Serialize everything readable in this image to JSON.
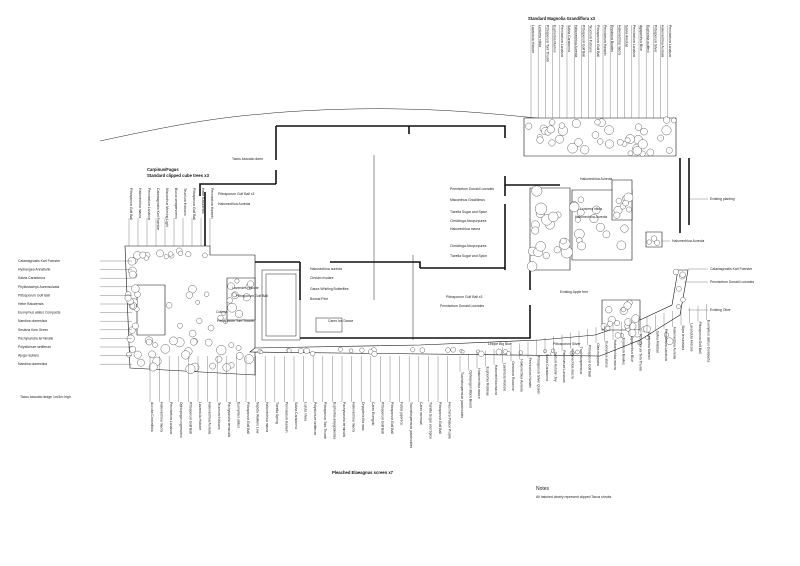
{
  "headers": {
    "top": "Standard Magnolia Grandiflora x3",
    "left_title": "Carpinus/Fagus",
    "left_sub": "Standard clipped cube trees x3",
    "bottom": "Pleached Elaeagnus screen x7"
  },
  "notes": {
    "title": "Notes",
    "text": "All hatched clearly represent clipped Taxus shrubs"
  },
  "labels": {
    "top_right": [
      "Lavandula Hidcote",
      "Lonicera nitida",
      "Pittosporum Tom Thumb",
      "Euphorbia Martinii",
      "Pennisetum Lanatum",
      "Salvia Caradonna",
      "Hakonechloa Aureola",
      "Pittosporum Golf Ball",
      "Teucrium fruticans",
      "Pittosporum Golf Ball",
      "Pennisetum Hameln",
      "Erysimum Bowles",
      "Hakonechloa macra",
      "Salvia Amistad",
      "Pennisetum Lanatum",
      "Agapanthus Blue",
      "Euphorbia wulfenii",
      "Pittosporum Silver",
      "Hakonechloa Aureola",
      "Pennisetum Lanatum"
    ],
    "left_fan": [
      "Pittosporum Golf Ball",
      "Hakonechloa macra",
      "Pennisetum Lanatum",
      "Calamagrostis Karl Foerster",
      "Miscanthus Morning Light",
      "Buxus sempervirens",
      "Teucrium fruticans",
      "Pittosporum Golf Ball",
      "Hebe Rakaiensis",
      "Pennisetum Hameln"
    ],
    "left_side": [
      "Calamagrostis Karl Foerster",
      "Hydrangea Annabelle",
      "Salvia Caradonna",
      "Phyllostachys Aureosulcata",
      "Pittosporum Golf Ball",
      "Hebe Rakaiensis",
      "Euonymus alatus Compacta",
      "Nandina domestica",
      "Sesleria Kew Green",
      "Pachysandra terminalis",
      "Polystichum setiferum",
      "Ajuga reptans",
      "Nandina domestica"
    ],
    "bottom_fan": [
      "Aucuba Crotonifolia",
      "Hakonechloa macra",
      "Pennisetum Lanatum",
      "Ophiopogon nigrescens",
      "Pittosporum Golf Ball",
      "Lavandula Hidcote",
      "Hakonechloa Aureola",
      "Teucrium fruticans",
      "Pachysandra terminalis",
      "Euonymus alatus",
      "Pittosporum Golf Ball",
      "Nepeta Walkers Low",
      "Hakonechloa macra",
      "Tiarella Spring",
      "Pennisetum Hameln",
      "Salvia Caradonna",
      "Luzula nivea",
      "Polystichum setiferum",
      "Pittosporum Tom Thumb",
      "Euphorbia amygdaloides",
      "Pachysandra terminalis",
      "Hakonechloa macra",
      "Dryopteris filix mas",
      "Carex Evergold",
      "Pittosporum Golf Ball",
      "Pittosporum Golf Ball",
      "Fatsia japonica",
      "Trachelospermum jasminoides",
      "Carex morrowii",
      "Tiarella Sugar and Spice",
      "Pittosporum Golf Ball",
      "Heuchera Palace Purple",
      "Trachelospermum jasminoides",
      "Ophiopogon Black Beard",
      "Hakonechloa macra",
      "Euphorbia Robbiae",
      "Hakonechloa macra",
      "Lavandula Hidcote",
      "Geranium Rozanne",
      "Hakonechloa Aureola",
      "Pennisetum Hameln",
      "Pittosporum Silver Queen",
      "Salvia Caradonna",
      "Sedum Autumn Joy",
      "Pennisetum Lanatum",
      "Hakonechloa macra",
      "Trachelospermum",
      "Pittosporum Golf Ball",
      "Olea europaea",
      "Euonymus alatus",
      "Hakonechloa macra",
      "Erysimum Bowles",
      "Agapanthus Blue",
      "Pittosporum Tom Thumb",
      "Euphorbia Martinii",
      "Salvia Amistad",
      "Pennisetum Lanatum",
      "Hakonechloa Aureola",
      "Stipa tenuissima",
      "Lavandula Hidcote",
      "Pittosporum Golf Ball",
      "Euonymus alatus Compacta"
    ],
    "right_side": [
      "Calamagrostis Karl Foerster",
      "Pennisetum Donald Lowndes",
      "Existing Olive",
      "Existing planting",
      "Hakonechloa Aureola"
    ],
    "interior": [
      "Taxus baccata dome",
      "Pennisetum Donald Lowndes",
      "Miscanthus Gracillimus",
      "Tiarella Sugar and Spice",
      "Cimicifuga Atropurpurea",
      "Hakonechloa macra",
      "Cimicifuga Atropurpurea",
      "Tiarella Sugar and Spice",
      "Pittosporum Golf Ball x3",
      "Hakonechloa Aureola",
      "Lavender Hidcote",
      "Pittosporum Golf Ball",
      "Cotinus",
      "Pittosporum Tom Thumb",
      "Hakonechloa aureola",
      "Cirsium rivulare",
      "Gaura Whirling Butterflies",
      "Bonsai Pine",
      "Carex Ice Dance",
      "Pittosporum Golf Ball x3",
      "Pennisetum Donald Lowndes",
      "Hakonechloa Aureola",
      "Existing Apple tree",
      "Liriope Big Blue",
      "Pittosporum Silver",
      "Lonicera nitida",
      "Hakonechloa Aureola",
      "Taxus baccata hedge 1m/1m high"
    ]
  }
}
